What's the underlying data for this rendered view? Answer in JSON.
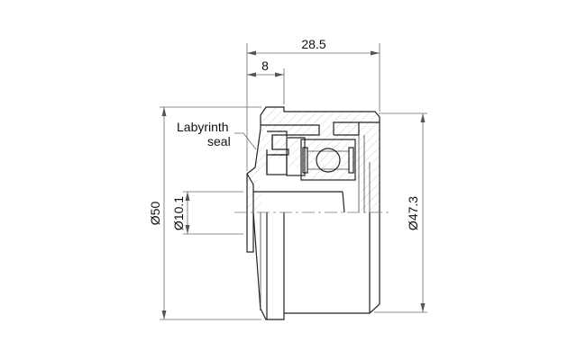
{
  "drawing": {
    "dimensions": {
      "overall_length": "28.5",
      "seal_depth": "8",
      "outer_diameter": "Ø50",
      "bore_diameter": "Ø10.1",
      "body_diameter": "Ø47.3"
    },
    "callout": {
      "line1": "Labyrinth",
      "line2": "seal"
    },
    "colors": {
      "line": "#222222",
      "dimension": "#6a6a6a",
      "background": "#ffffff"
    }
  }
}
